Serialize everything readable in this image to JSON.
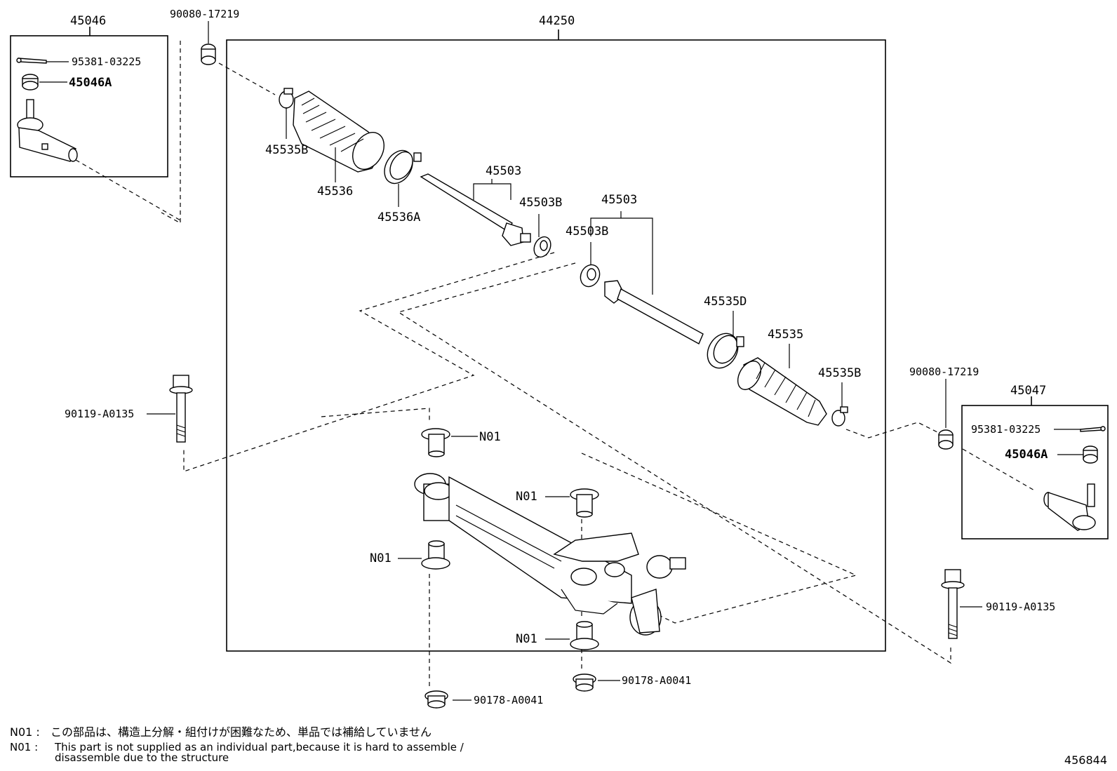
{
  "labels": {
    "tie_rod_end_lh": "45046",
    "cotter_pin_lh": "95381-03225",
    "nut_lh": "45046A",
    "nut_90080_lh": "90080-17219",
    "gear_assy": "44250",
    "clip_45535B_lh": "45535B",
    "boot_lh": "45536",
    "clamp_lh": "45536A",
    "rack_end_lh": "45503",
    "washer_lh": "45503B",
    "rack_end_rh": "45503",
    "washer_rh": "45503B",
    "clamp_rh": "45535D",
    "boot_rh": "45535",
    "clip_45535B_rh": "45535B",
    "nut_90080_rh": "90080-17219",
    "tie_rod_end_rh": "45047",
    "cotter_pin_rh": "95381-03225",
    "nut_rh": "45046A",
    "bolt_lh": "90119-A0135",
    "bolt_rh": "90119-A0135",
    "bushing_1": "N01",
    "bushing_2": "N01",
    "bushing_3": "N01",
    "bushing_4": "N01",
    "nut_bottom_lh": "90178-A0041",
    "nut_bottom_rh": "90178-A0041"
  },
  "notes": {
    "n01_tag_jp": "N01 :",
    "n01_jp": "この部品は、構造上分解・組付けが困難なため、単品では補給していません",
    "n01_tag_en": "N01 :",
    "n01_en_line1": "This part is not supplied as an individual part,because it is hard to assemble /",
    "n01_en_line2": "disassemble due to the structure"
  },
  "figure_number": "456844"
}
